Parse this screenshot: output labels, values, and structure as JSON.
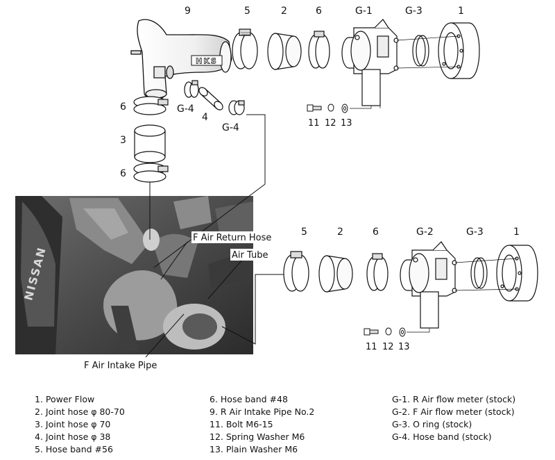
{
  "top_assembly_labels": {
    "l9": "9",
    "l5": "5",
    "l2": "2",
    "l6": "6",
    "lg1": "G-1",
    "lg3": "G-3",
    "l1": "1",
    "left6a": "6",
    "left3": "3",
    "left6b": "6",
    "g4a": "G-4",
    "n4": "4",
    "g4b": "G-4",
    "n11": "11",
    "n12": "12",
    "n13": "13"
  },
  "bottom_assembly_labels": {
    "l5": "5",
    "l2": "2",
    "l6": "6",
    "lg2": "G-2",
    "lg3": "G-3",
    "l1": "1",
    "n11": "11",
    "n12": "12",
    "n13": "13"
  },
  "pipe_logo": "HKS",
  "engine_logo": "NISSAN",
  "callouts": {
    "return_hose": "F Air Return Hose",
    "air_tube": "Air Tube",
    "intake_pipe": "F Air Intake Pipe"
  },
  "legend": {
    "col1": [
      "1. Power Flow",
      "2. Joint hose  φ 80-70",
      "3. Joint hose  φ 70",
      "4. Joint hose  φ 38",
      "5. Hose band  #56"
    ],
    "col2": [
      "6. Hose band  #48",
      "9. R Air Intake Pipe  No.2",
      "11. Bolt  M6-15",
      "12. Spring Washer  M6",
      "13. Plain Washer  M6"
    ],
    "col3": [
      "G-1. R Air flow meter (stock)",
      "G-2. F Air flow meter (stock)",
      "G-3. O ring (stock)",
      "G-4. Hose band (stock)"
    ]
  }
}
